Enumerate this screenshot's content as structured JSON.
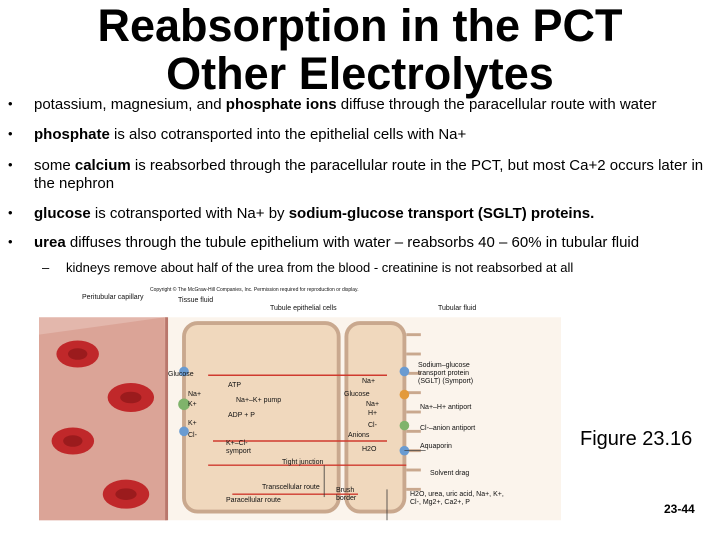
{
  "title": {
    "line1": "Reabsorption in the PCT",
    "line2": "Other Electrolytes"
  },
  "bullets": [
    {
      "parts": [
        {
          "t": "potassium, magnesium, ",
          "b": false
        },
        {
          "t": "and ",
          "b": false
        },
        {
          "t": "phosphate ions",
          "b": true
        },
        {
          "t": " diffuse through the paracellular route with water",
          "b": false
        }
      ]
    },
    {
      "parts": [
        {
          "t": "phosphate",
          "b": true
        },
        {
          "t": " is also cotransported into the epithelial cells with Na+",
          "b": false
        }
      ]
    },
    {
      "parts": [
        {
          "t": "some ",
          "b": false
        },
        {
          "t": "calcium",
          "b": true
        },
        {
          "t": " is reabsorbed through the paracellular route in the PCT, but most Ca+2 occurs later in the nephron",
          "b": false
        }
      ]
    },
    {
      "parts": [
        {
          "t": "glucose",
          "b": true
        },
        {
          "t": " is cotransported with Na+ by ",
          "b": false
        },
        {
          "t": "sodium-glucose transport (SGLT) proteins.",
          "b": true
        }
      ]
    },
    {
      "parts": [
        {
          "t": "urea",
          "b": true
        },
        {
          "t": " diffuses through the tubule epithelium with water – reabsorbs 40 – 60% in tubular fluid",
          "b": false
        }
      ]
    }
  ],
  "sub_bullet": "kidneys remove about half of the urea from the blood  - creatinine is not reabsorbed at all",
  "figure": {
    "copyright": "Copyright © The McGraw-Hill Companies, Inc. Permission required for reproduction or display.",
    "labels": {
      "peritubular": "Peritubular capillary",
      "tissue": "Tissue fluid",
      "epithelial": "Tubule epithelial cells",
      "tubular": "Tubular fluid",
      "glucose_left": "Glucose",
      "atp": "ATP",
      "na_left": "Na+",
      "k_left": "K+",
      "pump": "Na+–K+ pump",
      "adp": "ADP + P",
      "k_left2": "K+",
      "cl_left": "Cl-",
      "symport": "K+–Cl- symport",
      "glucose_right": "Glucose",
      "na_right": "Na+",
      "sglt": "Sodium–glucose transport protein (SGLT) (Symport)",
      "na_right2": "Na+",
      "h_right": "H+",
      "antiport1": "Na+–H+ antiport",
      "cl_right": "Cl-",
      "anions": "Anions",
      "antiport2": "Cl-–anion antiport",
      "h2o": "H2O",
      "aquaporin": "Aquaporin",
      "tight": "Tight junction",
      "solvent": "Solvent drag",
      "transcellular": "Transcellular route",
      "paracellular": "Paracellular route",
      "brush": "Brush border",
      "solutes": "H2O, urea, uric acid, Na+, K+, Cl-, Mg2+, Ca2+, P"
    }
  },
  "caption": "Figure 23.16",
  "page_number": "23-44",
  "colors": {
    "membrane": "#c9a88e",
    "cell": "#f0d8bd",
    "rbc": "#c0282a",
    "capillary": "#d8a9a0"
  }
}
